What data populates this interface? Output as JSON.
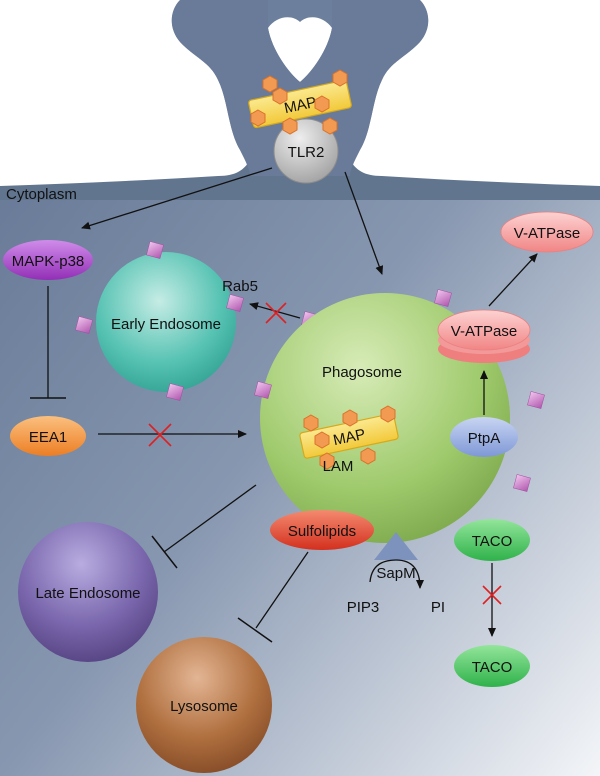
{
  "labels": {
    "cytoplasm": "Cytoplasm",
    "tlr2": "TLR2",
    "map_top": "MAP",
    "mapk": "MAPK-p38",
    "rab5": "Rab5",
    "early_endosome": "Early Endosome",
    "phagosome": "Phagosome",
    "v_atpase_top": "V-ATPase",
    "v_atpase_membrane": "V-ATPase",
    "eea1": "EEA1",
    "map_inner": "MAP",
    "lam": "LAM",
    "ptpa": "PtpA",
    "sulfolipids": "Sulfolipids",
    "taco_membrane": "TACO",
    "taco_bottom": "TACO",
    "sapm": "SapM",
    "pip3": "PIP3",
    "pi": "PI",
    "late_endosome": "Late Endosome",
    "lysosome": "Lysosome"
  },
  "colors": {
    "cell_dark": "#6a7c98",
    "cell_light": "#f2f4f7",
    "mapk_fill": "#a23fc4",
    "early_endosome_fill": "#33b3a6",
    "phagosome_fill": "#a9d27c",
    "eea1_fill": "#f08a2c",
    "v_atpase_fill": "#f4908f",
    "ptpa_fill": "#8fa6dc",
    "sulfolipids_fill": "#dc3a28",
    "taco_fill": "#3cbf55",
    "late_endosome_fill": "#6a5896",
    "lysosome_fill": "#a7643a",
    "map_fill": "#f4d34a",
    "hexagon_fill": "#f29a52",
    "rab5_square_fill": "#c86ac4",
    "sapm_fill": "#7d93bd",
    "tlr2_fill": "#b4b4b4",
    "inhibition_cross": "#e02020"
  }
}
